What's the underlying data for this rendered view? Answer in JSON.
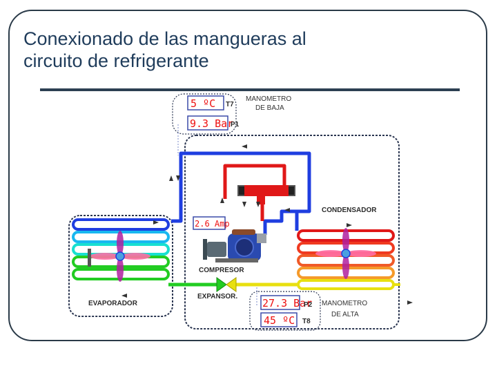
{
  "slide": {
    "title_line1": "Conexionado de las mangueras al",
    "title_line2": "circuito de refrigerante"
  },
  "diagram": {
    "low_gauge": {
      "temp_value": "5 ºC",
      "temp_tag": "T7",
      "pressure_value": "9.3  Bar",
      "pressure_tag": "P1",
      "label_line1": "MANOMETRO",
      "label_line2": "DE BAJA"
    },
    "high_gauge": {
      "pressure_value": "27.3 Bar",
      "pressure_tag": "P2",
      "temp_value": "45 ºC",
      "temp_tag": "T8",
      "label_line1": "MANOMETRO",
      "label_line2": "DE ALTA"
    },
    "ammeter_value": "2.6 Amp",
    "component_labels": {
      "condenser": "CONDENSADOR",
      "compressor": "COMPRESOR",
      "evaporator": "EVAPORADOR",
      "expansion": "EXPANSOR."
    },
    "colors": {
      "low_pressure_line": "#1f3ee0",
      "hot_gas_line": "#e01818",
      "liquid_line": "#e8e010",
      "expanded_line": "#22cc22",
      "evaporator_bands": [
        "#1f3ee0",
        "#19b8f0",
        "#18e0d0",
        "#22cc22"
      ],
      "condenser_bands": [
        "#e01818",
        "#f05a28",
        "#f59a2a",
        "#e8e010"
      ]
    }
  }
}
